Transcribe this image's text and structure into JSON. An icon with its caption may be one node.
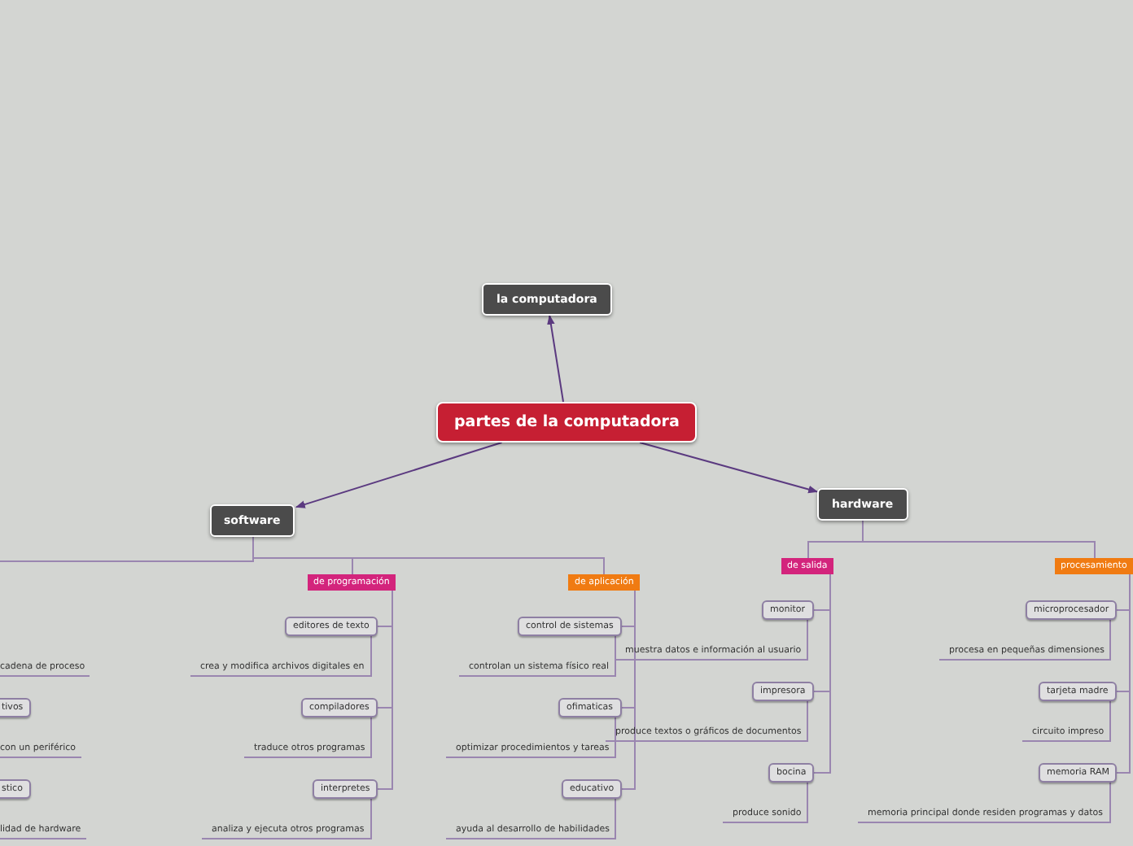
{
  "diagram": {
    "nodes": [
      {
        "text": [
          "partes de la computadora"
        ]
      },
      {
        "text": [
          "la computadora"
        ]
      },
      {
        "text": [
          "software"
        ]
      },
      {
        "text": [
          "hardware"
        ]
      },
      {
        "text": [
          "de programación"
        ]
      },
      {
        "text": [
          "de aplicación"
        ]
      },
      {
        "text": [
          "editores de texto"
        ]
      },
      {
        "text": [
          "crea y modifica archivos digitales en"
        ]
      },
      {
        "text": [
          "compiladores"
        ]
      },
      {
        "text": [
          "traduce otros programas"
        ]
      },
      {
        "text": [
          "interpretes"
        ]
      },
      {
        "text": [
          "analiza y ejecuta otros programas"
        ]
      },
      {
        "text": [
          "control de sistemas"
        ]
      },
      {
        "text": [
          "controlan un sistema físico real"
        ]
      },
      {
        "text": [
          "ofimaticas"
        ]
      },
      {
        "text": [
          "optimizar procedimientos y tareas"
        ]
      },
      {
        "text": [
          "educativo"
        ]
      },
      {
        "text": [
          "ayuda al desarrollo de habilidades"
        ]
      },
      {
        "text": [
          "de salida"
        ]
      },
      {
        "text": [
          "monitor"
        ]
      },
      {
        "text": [
          "muestra datos e información al usuario"
        ]
      },
      {
        "text": [
          "impresora"
        ]
      },
      {
        "text": [
          "produce textos o gráficos de documentos"
        ]
      },
      {
        "text": [
          "bocina"
        ]
      },
      {
        "text": [
          "produce sonido"
        ]
      },
      {
        "text": [
          "procesamiento"
        ]
      },
      {
        "text": [
          "microprocesador"
        ]
      },
      {
        "text": [
          "procesa en pequeñas dimensiones"
        ]
      },
      {
        "text": [
          "tarjeta madre"
        ]
      },
      {
        "text": [
          "circuito impreso"
        ]
      },
      {
        "text": [
          "memoria RAM"
        ]
      },
      {
        "text": [
          "memoria principal donde residen programas y datos"
        ]
      },
      {
        "text": [
          "tivos"
        ]
      },
      {
        "text": [
          "stico"
        ]
      }
    ],
    "edges": [
      {
        "from": 0,
        "to": 1,
        "arrow": "to",
        "color": "#5b3a80"
      },
      {
        "from": 0,
        "to": 2,
        "arrow": "to",
        "color": "#5b3a80"
      },
      {
        "from": 0,
        "to": 3,
        "arrow": "to",
        "color": "#5b3a80"
      },
      {
        "from": 2,
        "to": 4,
        "arrow": "none"
      },
      {
        "from": 2,
        "to": 5,
        "arrow": "none"
      },
      {
        "from": 2,
        "to": null,
        "arrow": "none"
      },
      {
        "from": 4,
        "to": 6,
        "arrow": "none"
      },
      {
        "from": 6,
        "to": 7,
        "arrow": "none"
      },
      {
        "from": 4,
        "to": 8,
        "arrow": "none"
      },
      {
        "from": 8,
        "to": 9,
        "arrow": "none"
      },
      {
        "from": 4,
        "to": 10,
        "arrow": "none"
      },
      {
        "from": 10,
        "to": 11,
        "arrow": "none"
      },
      {
        "from": 5,
        "to": 12,
        "arrow": "none"
      },
      {
        "from": 12,
        "to": 13,
        "arrow": "none"
      },
      {
        "from": 5,
        "to": 14,
        "arrow": "none"
      },
      {
        "from": 14,
        "to": 15,
        "arrow": "none"
      },
      {
        "from": 5,
        "to": 16,
        "arrow": "none"
      },
      {
        "from": 16,
        "to": 17,
        "arrow": "none"
      },
      {
        "from": 3,
        "to": 18,
        "arrow": "none"
      },
      {
        "from": 3,
        "to": 25,
        "arrow": "none"
      },
      {
        "from": 18,
        "to": 19,
        "arrow": "none"
      },
      {
        "from": 19,
        "to": 20,
        "arrow": "none"
      },
      {
        "from": 18,
        "to": 21,
        "arrow": "none"
      },
      {
        "from": 21,
        "to": 22,
        "arrow": "none"
      },
      {
        "from": 18,
        "to": 23,
        "arrow": "none"
      },
      {
        "from": 23,
        "to": 24,
        "arrow": "none"
      },
      {
        "from": 25,
        "to": 26,
        "arrow": "none"
      },
      {
        "from": 26,
        "to": 27,
        "arrow": "none"
      },
      {
        "from": 25,
        "to": 28,
        "arrow": "none"
      },
      {
        "from": 28,
        "to": 29,
        "arrow": "none"
      },
      {
        "from": 25,
        "to": 30,
        "arrow": "none"
      },
      {
        "from": 30,
        "to": 31,
        "arrow": "none"
      }
    ],
    "labels": [
      "cadena de proceso",
      "con un periférico",
      "lidad de hardware"
    ]
  }
}
